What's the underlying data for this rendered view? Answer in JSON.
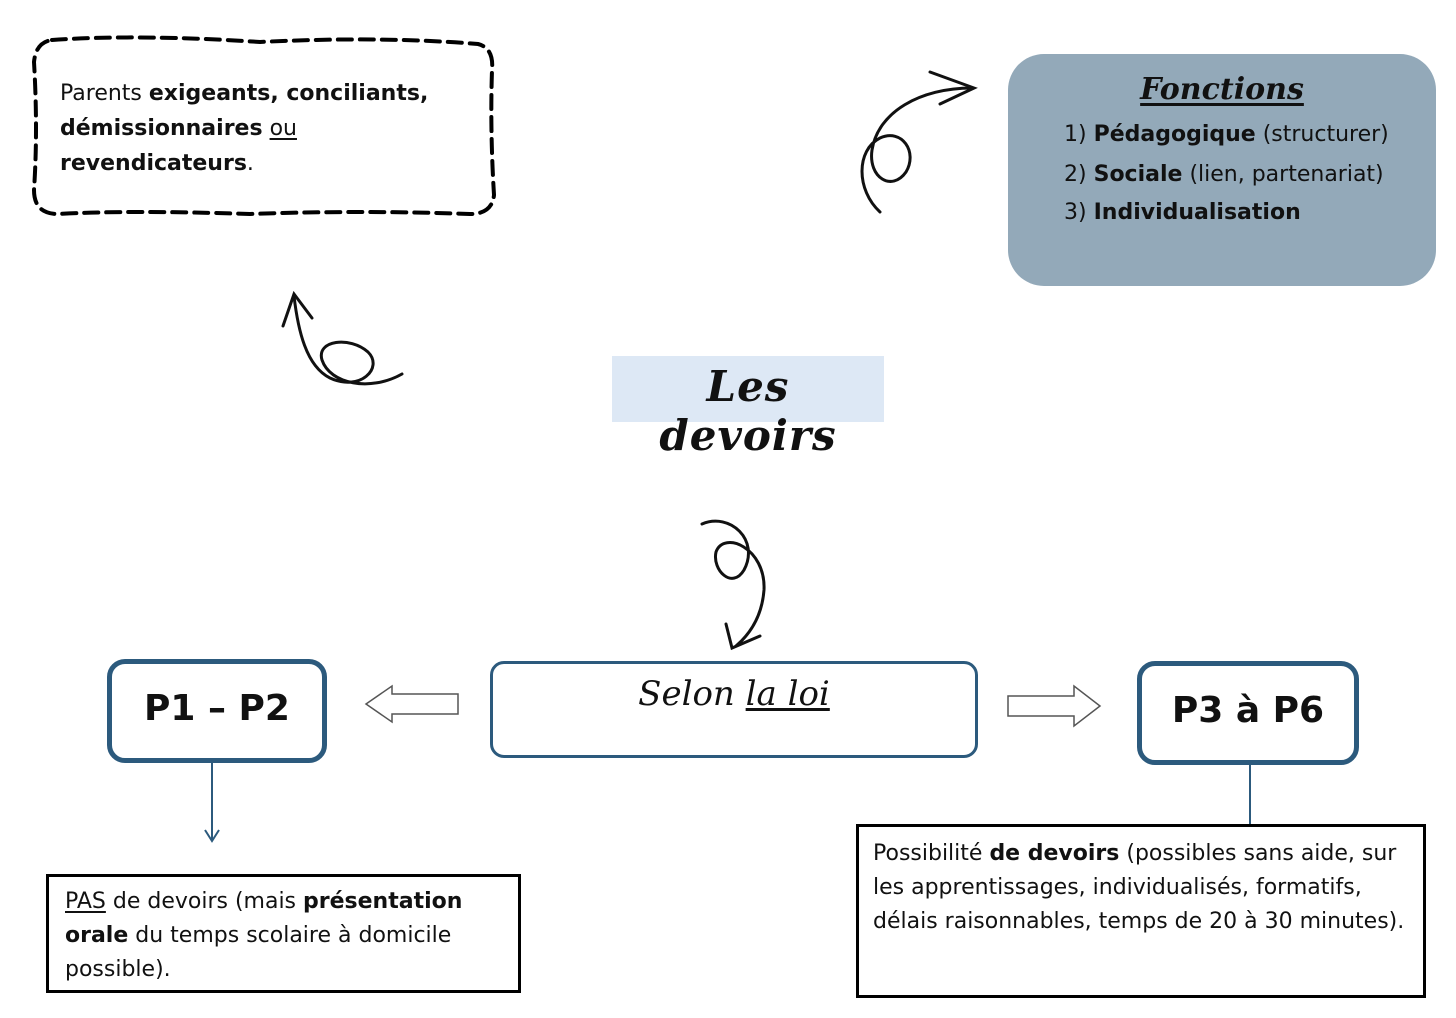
{
  "parents": {
    "prefix": "Parents ",
    "bold_1": "exigeants, conciliants,",
    "bold_2": "démissionnaires",
    "or": "ou",
    "bold_3": "revendicateurs",
    "suffix": "."
  },
  "fonctions": {
    "title": "Fonctions",
    "items": [
      {
        "num": "1)",
        "bold": "Pédagogique",
        "rest": " (structurer)"
      },
      {
        "num": "2)",
        "bold": "Sociale",
        "rest": " (lien, partenariat)"
      },
      {
        "num": "3)",
        "bold": "Individualisation",
        "rest": ""
      }
    ]
  },
  "title": "Les devoirs",
  "center": {
    "prefix": "Selon ",
    "underlined": "la loi"
  },
  "levels": {
    "left": "P1 – P2",
    "right": "P3 à  P6"
  },
  "note_left": {
    "underlined": "PAS",
    "text_1": " de devoirs (mais ",
    "bold": "présentation orale",
    "text_2": " du temps scolaire à domicile possible)."
  },
  "note_right": {
    "text_1": "Possibilité ",
    "bold": "de devoirs",
    "text_2": " (possibles sans aide, sur les apprentissages, individualisés, formatifs, délais raisonnables, temps de 20 à 30 minutes)."
  },
  "colors": {
    "box_border": "#2c5a7d",
    "fonctions_bg": "#93a9b9",
    "title_bg": "#dde8f5"
  }
}
